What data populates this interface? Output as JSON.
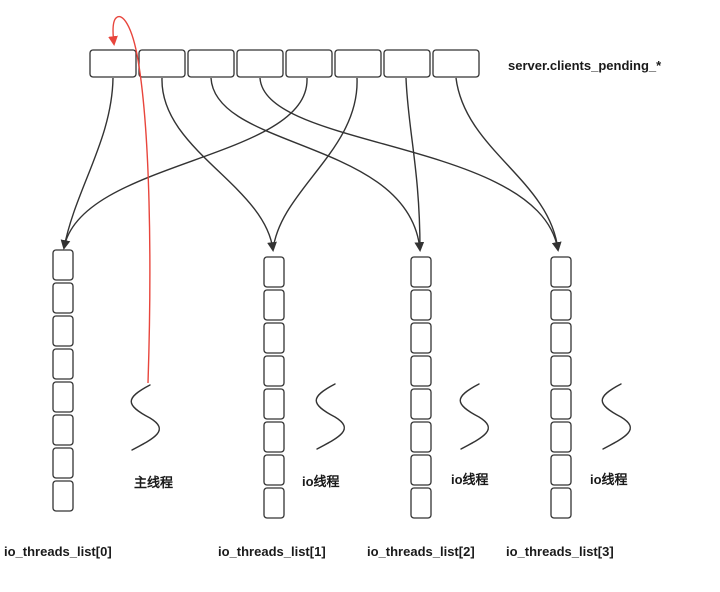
{
  "queue": {
    "label": "server.clients_pending_*",
    "slot_count": 8
  },
  "lists": [
    {
      "label": "io_threads_list[0]",
      "slot_count": 8
    },
    {
      "label": "io_threads_list[1]",
      "slot_count": 8
    },
    {
      "label": "io_threads_list[2]",
      "slot_count": 8
    },
    {
      "label": "io_threads_list[3]",
      "slot_count": 8
    }
  ],
  "threads": [
    {
      "label": "主线程"
    },
    {
      "label": "io线程"
    },
    {
      "label": "io线程"
    },
    {
      "label": "io线程"
    }
  ],
  "colors": {
    "stroke": "#333333",
    "main_thread_arrow": "#e8453c"
  }
}
